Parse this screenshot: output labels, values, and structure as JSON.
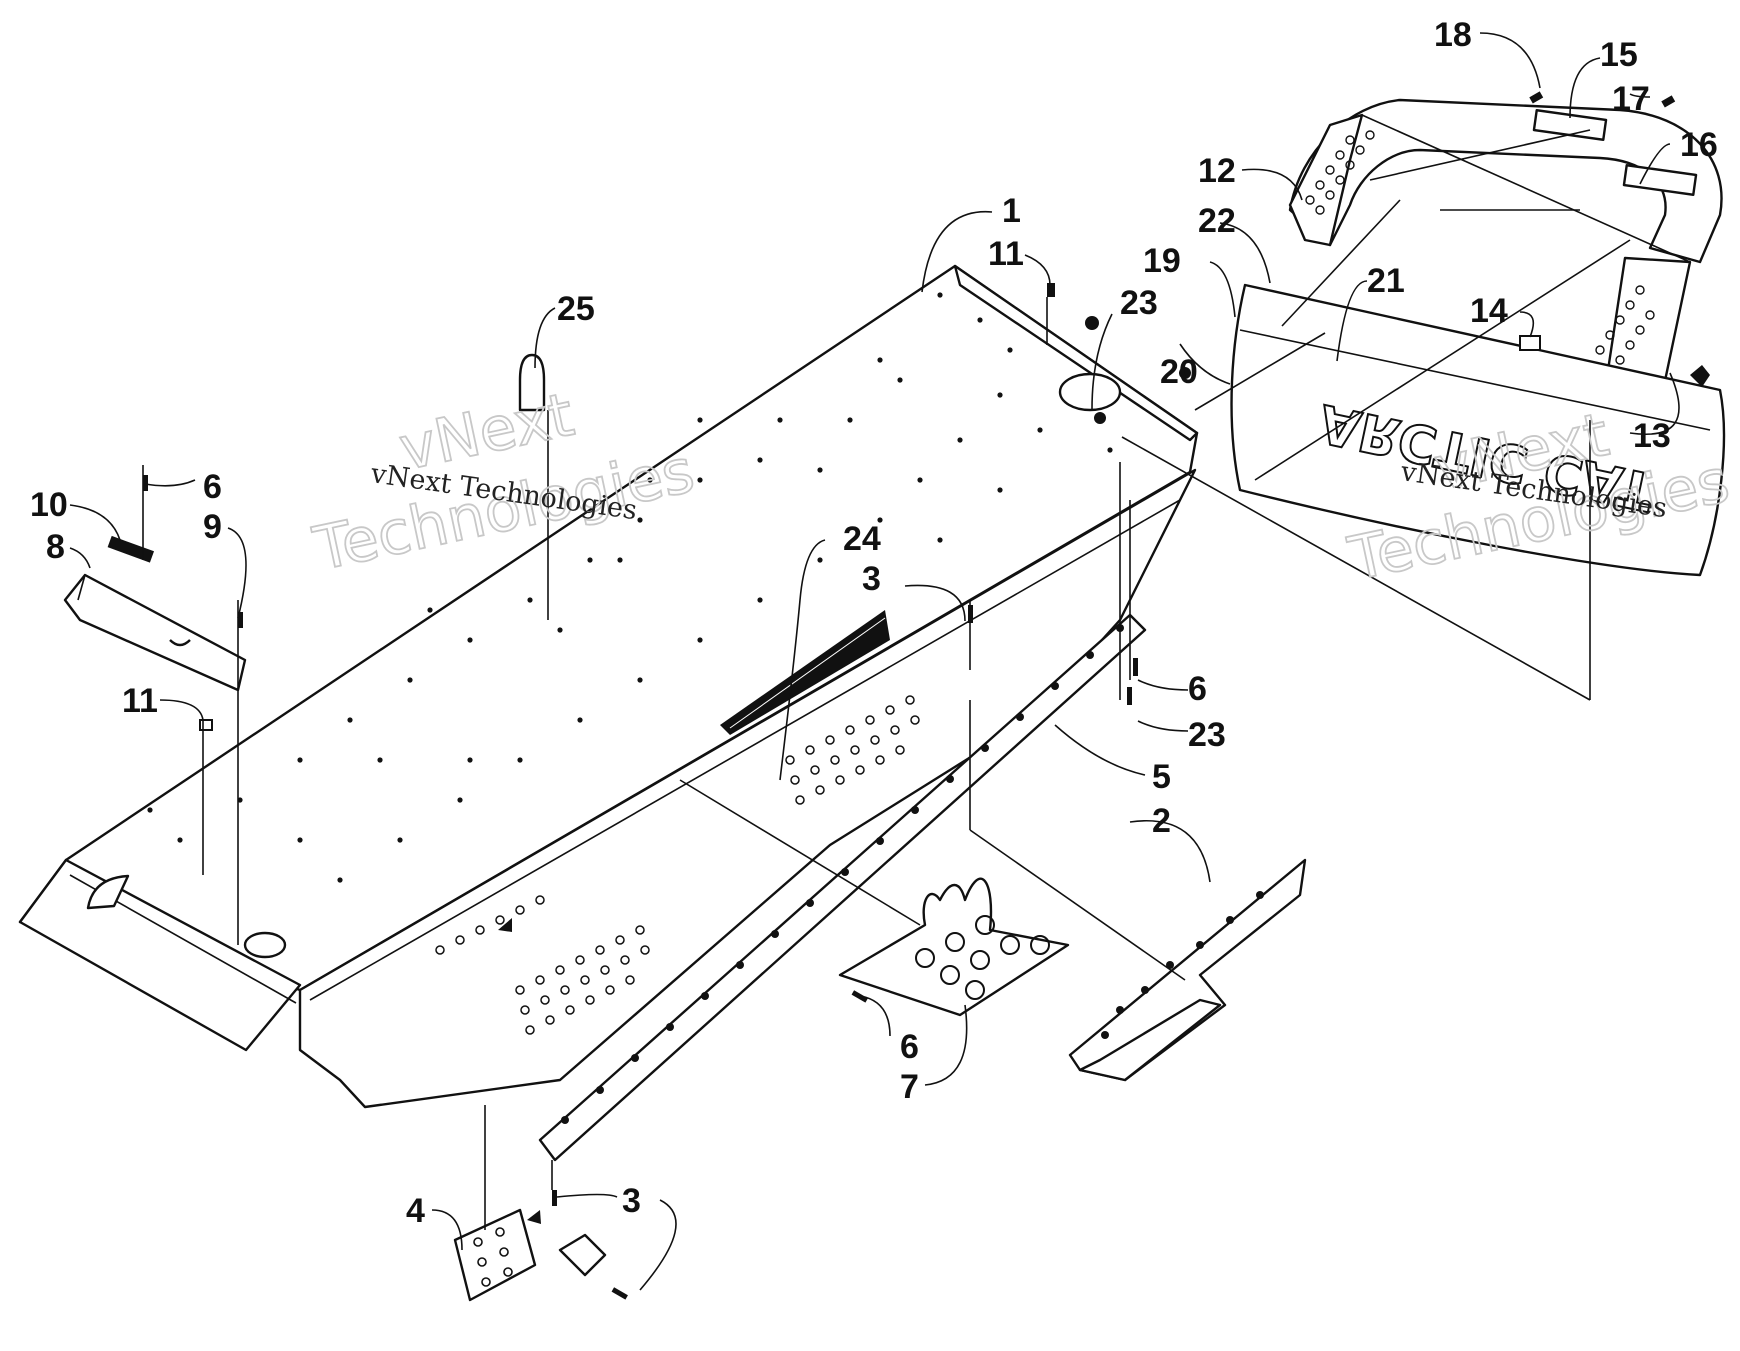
{
  "diagram": {
    "callouts": [
      "1",
      "2",
      "3",
      "3",
      "4",
      "5",
      "6",
      "6",
      "6",
      "7",
      "8",
      "9",
      "10",
      "11",
      "11",
      "12",
      "13",
      "14",
      "15",
      "16",
      "17",
      "18",
      "19",
      "20",
      "21",
      "22",
      "23",
      "23",
      "24",
      "25"
    ],
    "brand_text": "ARCTIC CAT",
    "watermarks": [
      {
        "line1": "vNext",
        "line2": "Technologies",
        "caption": "vNext Technologies"
      },
      {
        "line1": "vNext",
        "line2": "Technologies",
        "caption": "vNext Technologies"
      }
    ]
  }
}
